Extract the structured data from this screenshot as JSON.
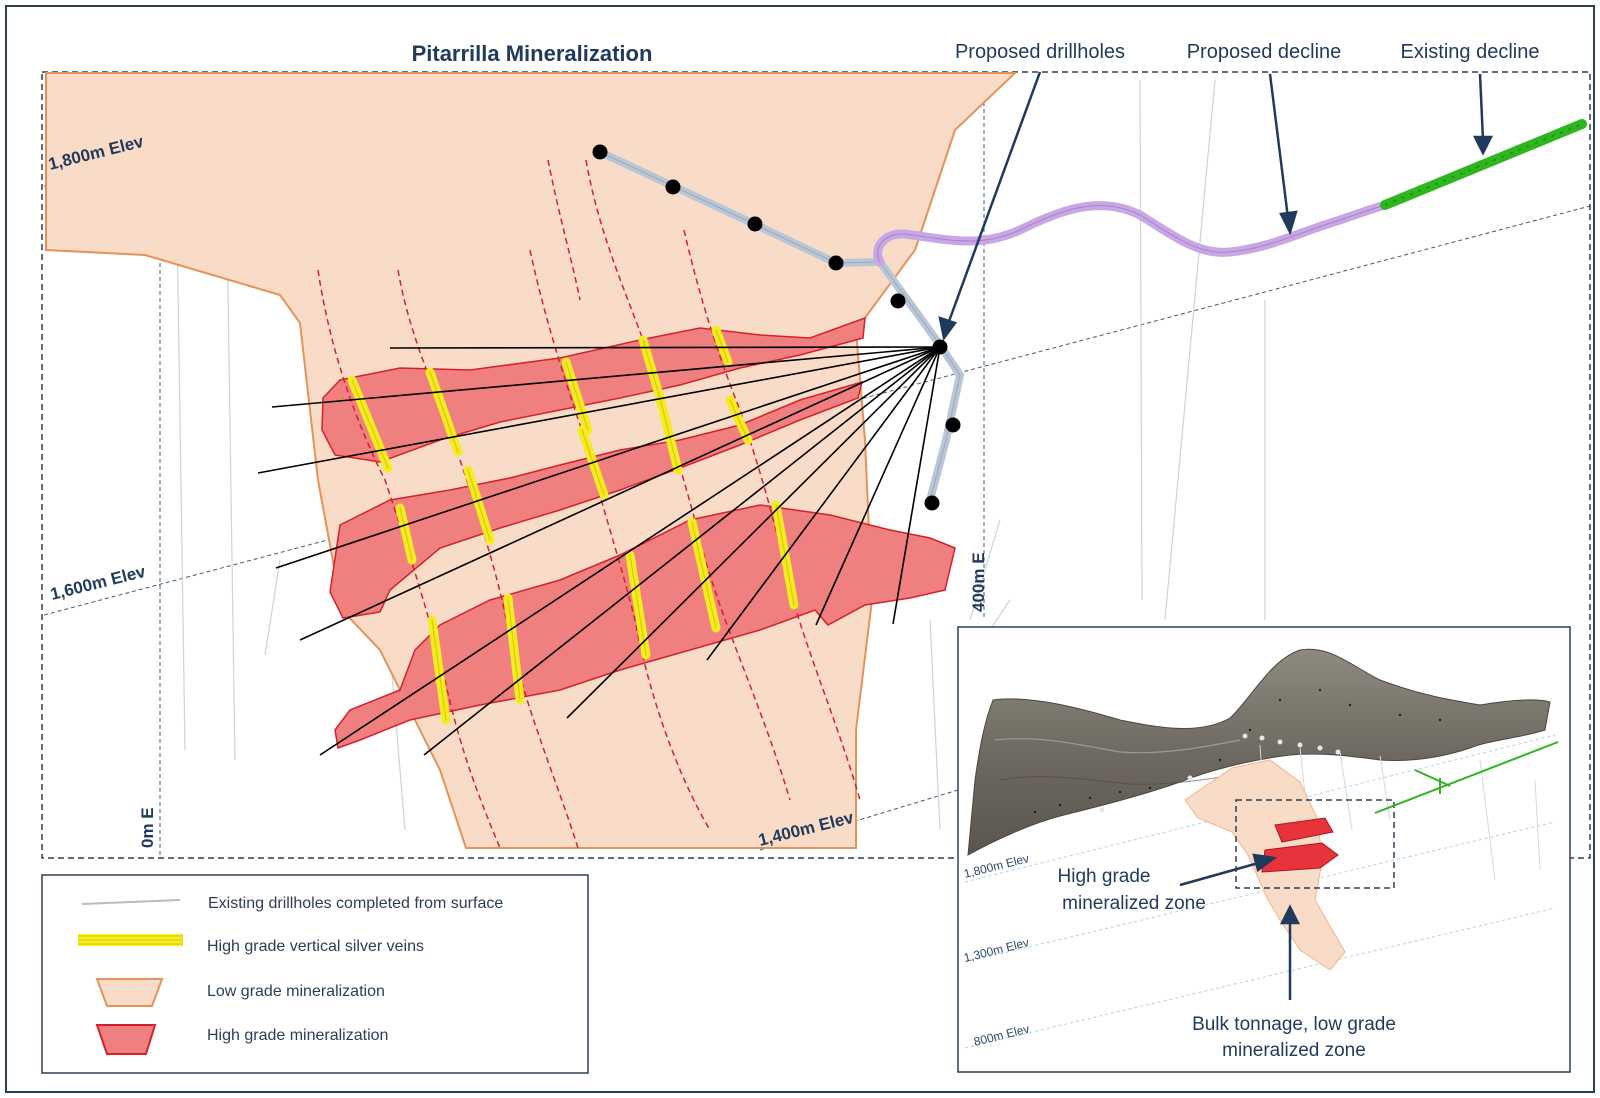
{
  "title": "Pitarrilla Mineralization",
  "callouts": {
    "proposed_drillholes": "Proposed drillholes",
    "proposed_decline": "Proposed decline",
    "existing_decline": "Existing decline"
  },
  "elevations": {
    "e1800": "1,800m Elev",
    "e1600": "1,600m Elev",
    "e1400": "1,400m Elev"
  },
  "eastings": {
    "e0": "0m E",
    "e400": "400m E"
  },
  "legend": {
    "items": [
      "Existing drillholes completed from surface",
      "High grade vertical silver veins",
      "Low grade mineralization",
      "High grade mineralization"
    ]
  },
  "inset": {
    "elevations": [
      "1,800m Elev",
      "1,300m Elev",
      "800m Elev"
    ],
    "high_grade_line1": "High grade",
    "high_grade_line2": "mineralized zone",
    "bulk_line1": "Bulk tonnage, low grade",
    "bulk_line2": "mineralized zone"
  },
  "colors": {
    "low_grade_fill": "#f9dcc8",
    "low_grade_stroke": "#e4935a",
    "high_grade_fill": "#f07f80",
    "high_grade_stroke": "#d6212a",
    "vein": "#f4ec22",
    "proposed_decline": "#c9a6e4",
    "existing_decline": "#2fb51f",
    "text_navy": "#1f3a5c"
  }
}
